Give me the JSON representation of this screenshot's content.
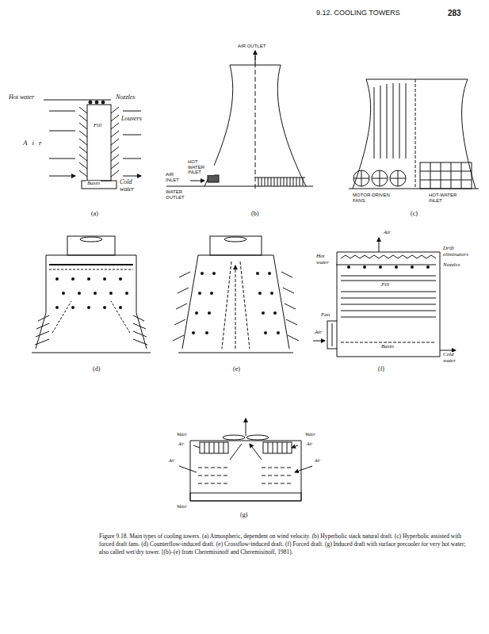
{
  "diagram": {
    "caption": "Figure 9.18. Main types of cooling towers. (a) Atmospheric, dependent on wind velocity. (b) Hyperbolic stack natural draft. (c) Hyperbolic assisted with forced draft fans. (d) Counterflow-induced draft. (e) Crossflow-induced draft. (f) Forced draft. (g) Induced draft with surface precooler for very hot water; also called wet/dry tower. [(b)–(e) from Cheremisinoff and Cheremisinoff, 1981).",
    "labels": [
      "9.12. COOLING TOWERS",
      "283",
      "Hot water",
      "Nozzles",
      "Louvers",
      "Air",
      "Fill",
      "Basin",
      "Cold water",
      "(a)",
      "AIR OUTLET",
      "HOT WATER INLET",
      "AIR INLET",
      "WATER OUTLET",
      "(b)",
      "MOTOR-DRIVEN FANS",
      "HOT-WATER INLET",
      "(c)",
      "(d)",
      "(e)",
      "Air",
      "Drift eliminators",
      "Hot water",
      "Nozzles",
      "Fill",
      "Fan",
      "Air",
      "Basin",
      "Cold water",
      "(f)",
      "Water",
      "Air",
      "Water",
      "Air",
      "Air",
      "Air",
      "Water",
      "(g)"
    ]
  }
}
